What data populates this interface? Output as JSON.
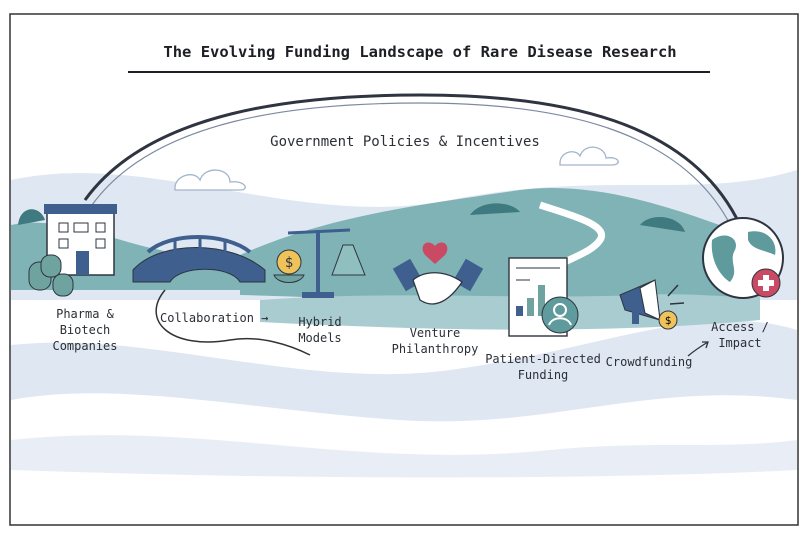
{
  "title": "The Evolving Funding Landscape of Rare Disease Research",
  "arc_label": "Government Policies & Incentives",
  "nodes": {
    "pharma": "Pharma &\nBiotech\nCompanies",
    "collaboration": "Collaboration →",
    "hybrid": "Hybrid\nModels",
    "venture": "Venture\nPhilanthropy",
    "patient": "Patient-Directed\nFunding",
    "crowd": "Crowdfunding",
    "access": "Access /\nImpact"
  },
  "icons": [
    "building-icon",
    "coin-stack-icon",
    "bridge-icon",
    "balance-scale-icon",
    "handshake-heart-icon",
    "report-chart-icon",
    "megaphone-icon",
    "globe-medical-icon"
  ],
  "colors": {
    "navy": "#3f5f8f",
    "teal": "#7fb3b5",
    "light_blue": "#dde6f1",
    "gold": "#f0c35a",
    "red": "#c94a62"
  }
}
